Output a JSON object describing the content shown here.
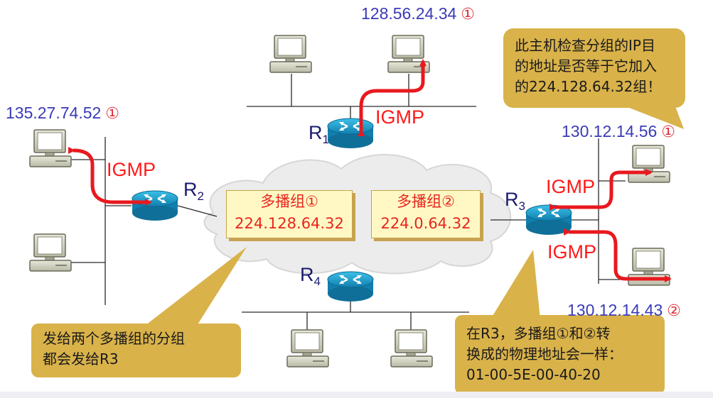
{
  "hosts": {
    "top_host_ip": "128.56.24.34",
    "top_host_mark": "①",
    "left_host_ip": "135.27.74.52",
    "left_host_mark": "①",
    "right_host1_ip": "130.12.14.56",
    "right_host1_mark": "①",
    "right_host2_ip": "130.12.14.43",
    "right_host2_mark": "②"
  },
  "routers": {
    "r1": {
      "letter": "R",
      "sub": "1"
    },
    "r2": {
      "letter": "R",
      "sub": "2"
    },
    "r3": {
      "letter": "R",
      "sub": "3"
    },
    "r4": {
      "letter": "R",
      "sub": "4"
    }
  },
  "igmp": {
    "label_r1": "IGMP",
    "label_r2": "IGMP",
    "label_r3_upper": "IGMP",
    "label_r3_lower": "IGMP"
  },
  "groups": {
    "g1_name": "多播组①",
    "g1_addr": "224.128.64.32",
    "g2_name": "多播组②",
    "g2_addr": "224.0.64.32"
  },
  "callouts": {
    "top_right": [
      "此主机检查分组的IP目",
      "的地址是否等于它加入",
      "的224.128.64.32组！"
    ],
    "bottom_left": [
      "发给两个多播组的分组",
      "都会发给R3"
    ],
    "bottom_right": [
      "在R3，多播组①和②转",
      "换成的物理地址会一样：",
      "01-00-5E-00-40-20"
    ]
  },
  "colors": {
    "ip_text": "#3a3ab8",
    "igmp_text": "#ff1a1a",
    "arrow": "#e8191f",
    "callout_fill": "#d9b24a",
    "group_box_fill": "#fff8c4",
    "router_fill": "#1ea2cf",
    "cloud_fill": "#ececec"
  }
}
